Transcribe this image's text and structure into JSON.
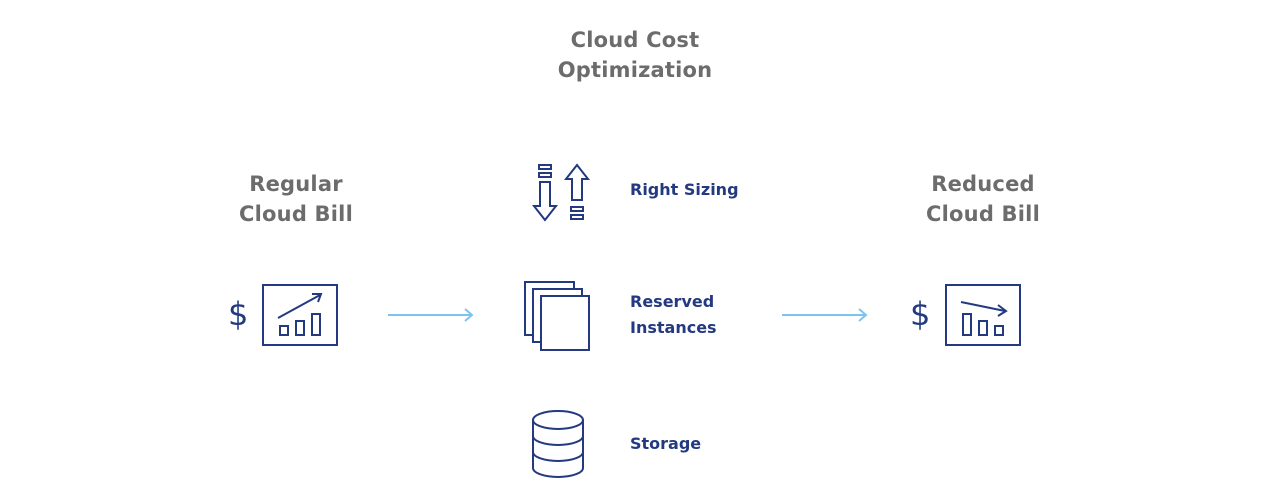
{
  "title": {
    "line1": "Cloud Cost",
    "line2": "Optimization"
  },
  "left": {
    "heading_line1": "Regular",
    "heading_line2": "Cloud Bill",
    "currency_symbol": "$",
    "chart_icon": "chart-trend-up-icon"
  },
  "right": {
    "heading_line1": "Reduced",
    "heading_line2": "Cloud Bill",
    "currency_symbol": "$",
    "chart_icon": "chart-trend-down-icon"
  },
  "strategies": [
    {
      "label_line1": "Right Sizing",
      "label_line2": "",
      "icon": "resize-arrows-icon"
    },
    {
      "label_line1": "Reserved",
      "label_line2": "Instances",
      "icon": "stacked-pages-icon"
    },
    {
      "label_line1": "Storage",
      "label_line2": "",
      "icon": "database-icon"
    }
  ],
  "colors": {
    "heading": "#6c6c6c",
    "accent_navy": "#233a80",
    "arrow_light_blue": "#7cc4ef",
    "background": "#ffffff"
  }
}
